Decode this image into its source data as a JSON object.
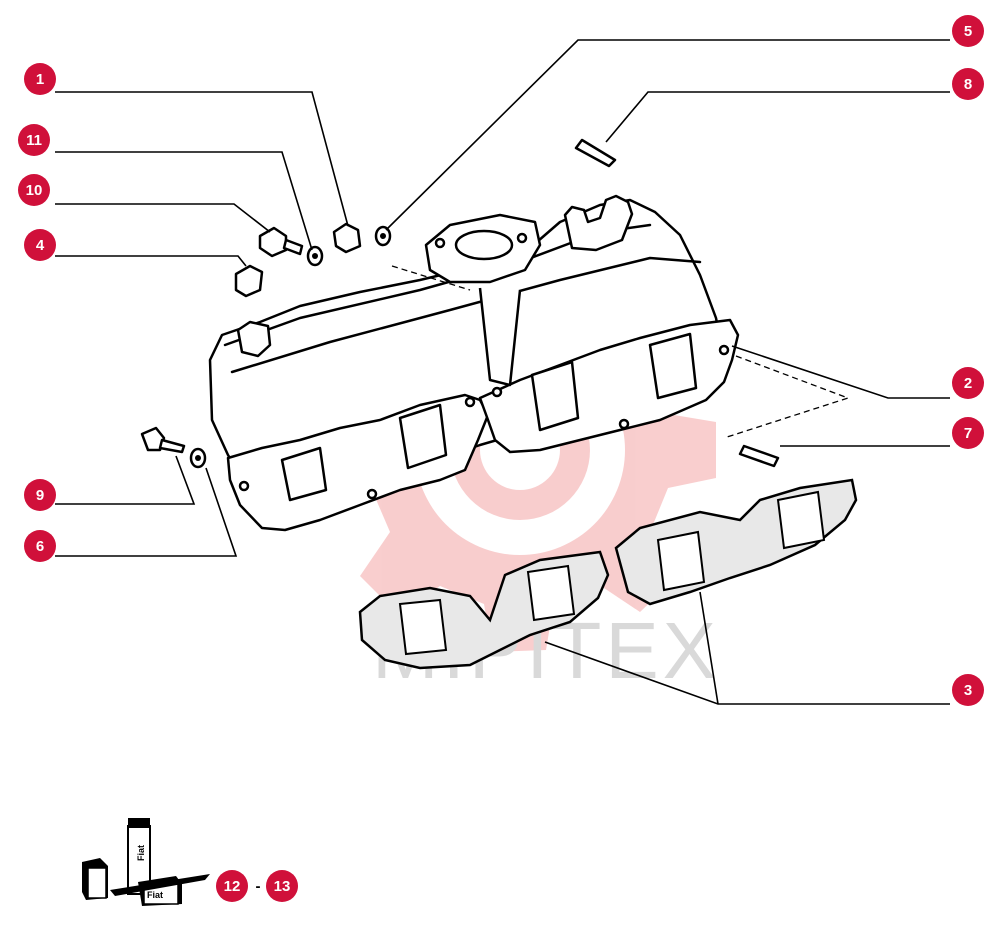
{
  "colors": {
    "callout": "#d0103a",
    "callout_text": "#ffffff",
    "watermark": "#f4b4b4",
    "line": "#000000"
  },
  "watermark": {
    "text": "MIPITEX"
  },
  "callouts": {
    "c1": "1",
    "c2": "2",
    "c3": "3",
    "c4": "4",
    "c5": "5",
    "c6": "6",
    "c7": "7",
    "c8": "8",
    "c9": "9",
    "c10": "10",
    "c11": "11",
    "c12": "12",
    "c13": "13",
    "range_separator": "-"
  },
  "sealant": {
    "label": "Fiat"
  }
}
